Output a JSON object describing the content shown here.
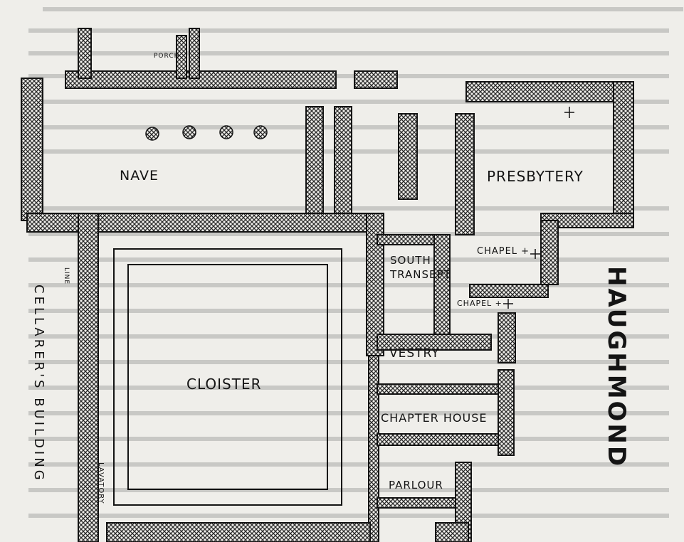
{
  "labels": {
    "nave": "NAVE",
    "presbytery": "PRESBYTERY",
    "chapel_upper": "CHAPEL +",
    "south_transept": "SOUTH\nTRANSEPT",
    "chapel_lower": "CHAPEL +",
    "vestry": "VESTRY",
    "cloister": "CLOISTER",
    "chapter_house": "CHAPTER HOUSE",
    "parlour": "PARLOUR",
    "cellarers_building": "CELLARER'S BUILDING",
    "lavatory": "LAVATORY",
    "line": "LINE",
    "porch": "PORCH",
    "title": "HAUGHMOND"
  },
  "colors": {
    "ink": "#141414",
    "paper": "#efeeea",
    "hatch": "#2a2a2a"
  }
}
